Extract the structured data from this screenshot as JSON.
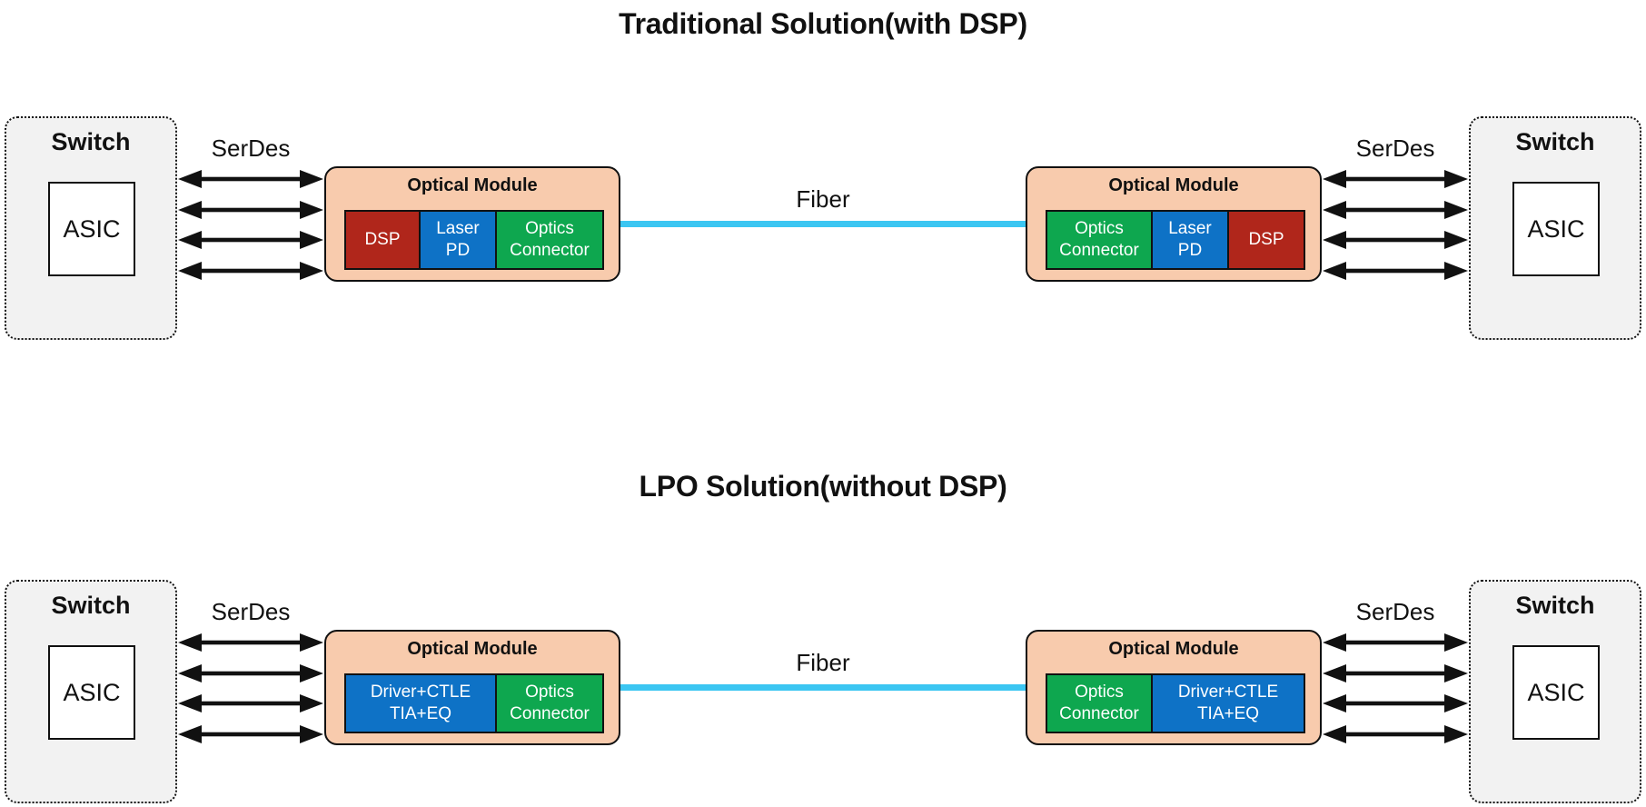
{
  "colors": {
    "switch_fill": "#F2F2F2",
    "module_fill": "#F8CBAD",
    "dsp_red": "#B0261B",
    "laser_blue": "#0E72C6",
    "optics_green": "#0EA74F",
    "fiber_cyan": "#3BC6F2",
    "arrow_black": "#111111"
  },
  "sections": [
    {
      "title": "Traditional Solution(with DSP)",
      "serdes_left": "SerDes",
      "serdes_right": "SerDes",
      "fiber_label": "Fiber",
      "switch_left": {
        "label": "Switch",
        "asic": "ASIC"
      },
      "switch_right": {
        "label": "Switch",
        "asic": "ASIC"
      },
      "module_left": {
        "title": "Optical Module",
        "blocks": [
          {
            "line1": "DSP"
          },
          {
            "line1": "Laser",
            "line2": "PD"
          },
          {
            "line1": "Optics",
            "line2": "Connector"
          }
        ]
      },
      "module_right": {
        "title": "Optical Module",
        "blocks": [
          {
            "line1": "Optics",
            "line2": "Connector"
          },
          {
            "line1": "Laser",
            "line2": "PD"
          },
          {
            "line1": "DSP"
          }
        ]
      }
    },
    {
      "title": "LPO Solution(without DSP)",
      "serdes_left": "SerDes",
      "serdes_right": "SerDes",
      "fiber_label": "Fiber",
      "switch_left": {
        "label": "Switch",
        "asic": "ASIC"
      },
      "switch_right": {
        "label": "Switch",
        "asic": "ASIC"
      },
      "module_left": {
        "title": "Optical Module",
        "blocks": [
          {
            "line1": "Driver+CTLE",
            "line2": "TIA+EQ"
          },
          {
            "line1": "Optics",
            "line2": "Connector"
          }
        ]
      },
      "module_right": {
        "title": "Optical Module",
        "blocks": [
          {
            "line1": "Optics",
            "line2": "Connector"
          },
          {
            "line1": "Driver+CTLE",
            "line2": "TIA+EQ"
          }
        ]
      }
    }
  ]
}
